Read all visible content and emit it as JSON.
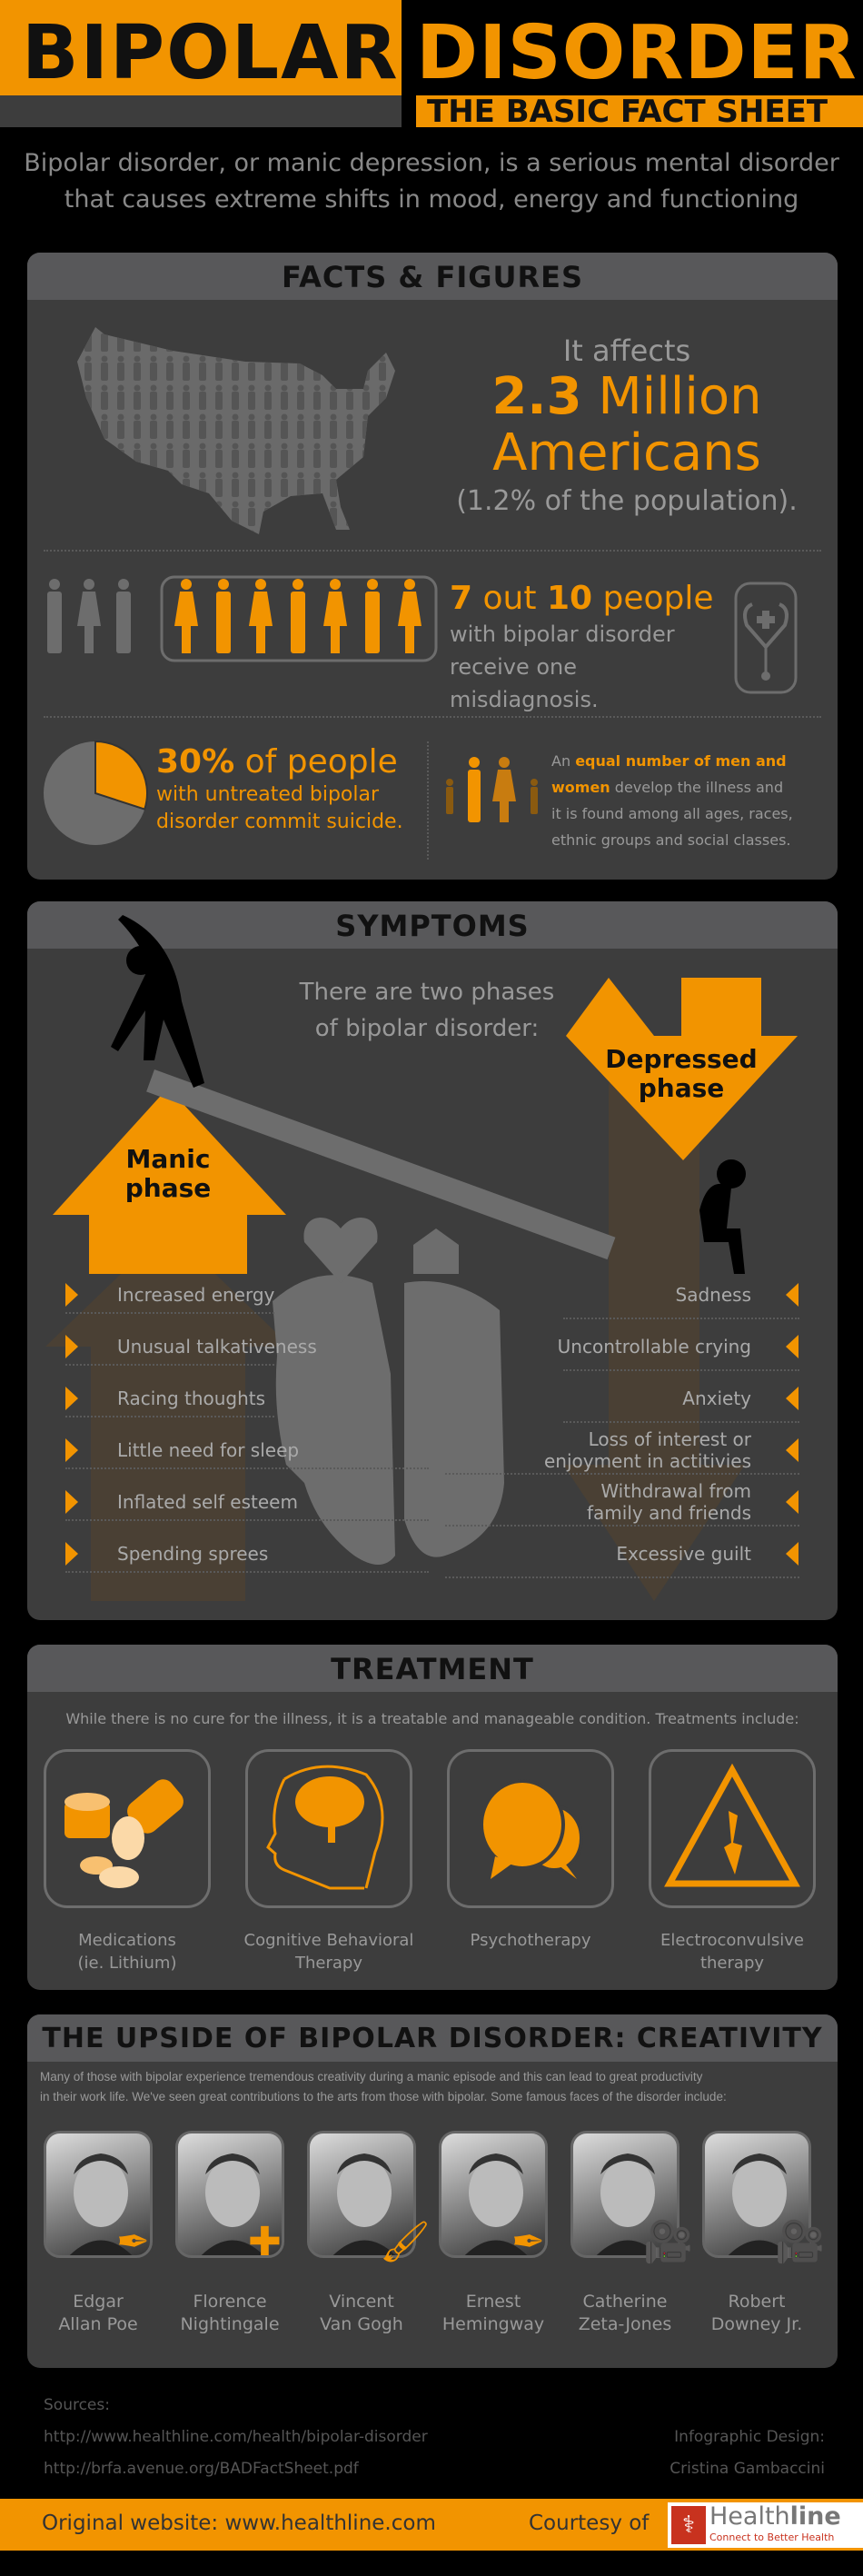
{
  "header": {
    "title_left": "BIPOLAR",
    "title_right": "DISORDER",
    "subtitle": "THE BASIC FACT SHEET"
  },
  "intro": {
    "line1": "Bipolar disorder, or manic depression, is a serious mental disorder",
    "line2": "that causes extreme shifts in mood, energy and functioning"
  },
  "facts": {
    "title": "FACTS & FIGURES",
    "affects": "It affects",
    "number": "2.3",
    "million": "Million",
    "americans": "Americans",
    "population": "(1.2% of the population).",
    "misdiagnosis": {
      "n1": "7",
      "out": "out",
      "n2": "10",
      "people": "people",
      "line2": "with bipolar disorder",
      "line3": "receive one misdiagnosis.",
      "highlighted_count": 7,
      "total_count": 10
    },
    "suicide": {
      "percent": "30%",
      "of_people": "of people",
      "line2": "with untreated bipolar",
      "line3": "disorder commit suicide.",
      "pie_fraction": 0.3
    },
    "equal": {
      "an": "An",
      "highlight1": "equal number of men and",
      "highlight2": "women",
      "rest1": "develop the illness and",
      "line3": "it is found among all ages, races,",
      "line4": "ethnic groups and social classes."
    }
  },
  "symptoms": {
    "title": "SYMPTOMS",
    "intro1": "There are two phases",
    "intro2": "of bipolar disorder:",
    "manic_label1": "Manic",
    "manic_label2": "phase",
    "depressed_label1": "Depressed",
    "depressed_label2": "phase",
    "manic": [
      "Increased energy",
      "Unusual talkativeness",
      "Racing thoughts",
      "Little need for sleep",
      "Inflated self esteem",
      "Spending sprees"
    ],
    "depressed": [
      [
        "Sadness"
      ],
      [
        "Uncontrollable crying"
      ],
      [
        "Anxiety"
      ],
      [
        "Loss of interest or",
        "enjoyment in actitivies"
      ],
      [
        "Withdrawal from",
        "family and friends"
      ],
      [
        "Excessive guilt"
      ]
    ]
  },
  "treatment": {
    "title": "TREATMENT",
    "intro": "While there is no cure for the illness, it is a treatable and manageable condition. Treatments include:",
    "items": [
      [
        "Medications",
        "(ie. Lithium)"
      ],
      [
        "Cognitive Behavioral",
        "Therapy"
      ],
      [
        "Psychotherapy",
        ""
      ],
      [
        "Electroconvulsive",
        "therapy"
      ]
    ]
  },
  "creativity": {
    "title": "THE UPSIDE OF BIPOLAR DISORDER: CREATIVITY",
    "text1": "Many of those with bipolar experience tremendous creativity during a manic episode and this can lead to great productivity",
    "text2": "in their work life. We've seen great contributions to the arts from those with bipolar. Some famous faces of the disorder include:",
    "people": [
      [
        "Edgar",
        "Allan Poe"
      ],
      [
        "Florence",
        "Nightingale"
      ],
      [
        "Vincent",
        "Van Gogh"
      ],
      [
        "Ernest",
        "Hemingway"
      ],
      [
        "Catherine",
        "Zeta-Jones"
      ],
      [
        "Robert",
        "Downey Jr."
      ]
    ]
  },
  "sources": {
    "label": "Sources:",
    "url1": "http://www.healthline.com/health/bipolar-disorder",
    "url2": "http://brfa.avenue.org/BADFactSheet.pdf",
    "design_label": "Infographic Design:",
    "designer": "Cristina Gambaccini"
  },
  "footer": {
    "original": "Original website: www.healthline.com",
    "courtesy": "Courtesy of",
    "logo_a": "Health",
    "logo_b": "line",
    "tagline": "Connect to Better Health"
  },
  "colors": {
    "accent": "#f29400",
    "panel": "#3d3d3d",
    "header_band": "#58585a"
  }
}
